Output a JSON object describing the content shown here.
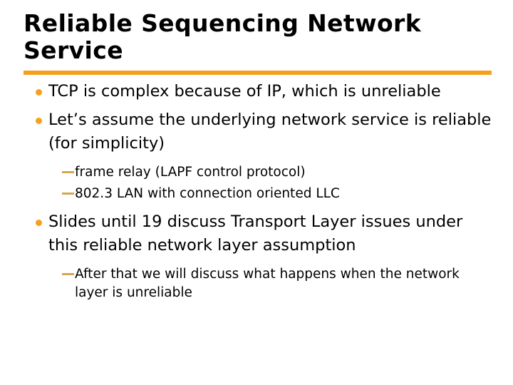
{
  "slide": {
    "title": "Reliable Sequencing Network\nService",
    "accent_color": "#F5A01E",
    "dash_color": "#D3A94F",
    "text_color": "#000000",
    "background_color": "#FFFFFF",
    "bullets": [
      {
        "level": 1,
        "marker": "bullet-dot",
        "text": "TCP is complex because of IP, which is unreliable"
      },
      {
        "level": 1,
        "marker": "bullet-dot",
        "text": "Let’s assume the underlying network service is reliable (for simplicity)"
      },
      {
        "level": 2,
        "marker": "em-dash",
        "text": "frame relay (LAPF control protocol)"
      },
      {
        "level": 2,
        "marker": "em-dash",
        "text": "802.3 LAN with connection oriented LLC"
      },
      {
        "level": 1,
        "marker": "bullet-dot",
        "text": "Slides until 19 discuss Transport Layer issues under this reliable network layer assumption"
      },
      {
        "level": 2,
        "marker": "em-dash",
        "text": "After that we will discuss what happens when the network layer is unreliable"
      }
    ]
  }
}
